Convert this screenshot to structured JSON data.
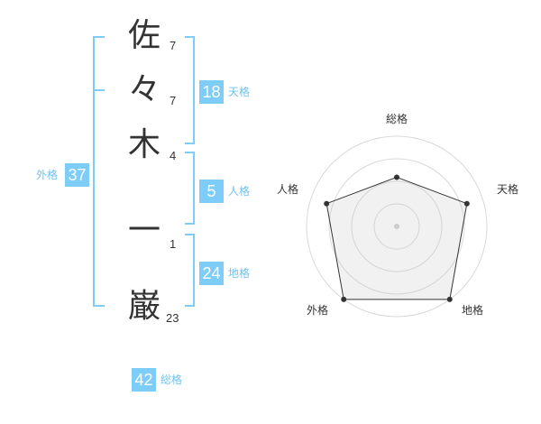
{
  "name": {
    "chars": [
      {
        "char": "佐",
        "strokes": "7"
      },
      {
        "char": "々",
        "strokes": "7"
      },
      {
        "char": "木",
        "strokes": "4"
      },
      {
        "char": "一",
        "strokes": "1"
      },
      {
        "char": "巌",
        "strokes": "23"
      }
    ]
  },
  "fortune": {
    "tenkaku": {
      "value": "18",
      "label": "天格"
    },
    "jinkaku": {
      "value": "5",
      "label": "人格"
    },
    "chikaku": {
      "value": "24",
      "label": "地格"
    },
    "gaikaku": {
      "value": "37",
      "label": "外格"
    },
    "soukaku": {
      "value": "42",
      "label": "総格"
    }
  },
  "colors": {
    "accent": "#7dcdf8",
    "accent_text": "#6fc3f0",
    "bracket": "#7dcdf8",
    "text": "#333333"
  },
  "chart_data": {
    "type": "radar",
    "axes": [
      "総格",
      "天格",
      "地格",
      "外格",
      "人格"
    ],
    "values": [
      0.6,
      0.9,
      1.1,
      1.1,
      0.9
    ],
    "rings": 4,
    "max": 1.1
  }
}
